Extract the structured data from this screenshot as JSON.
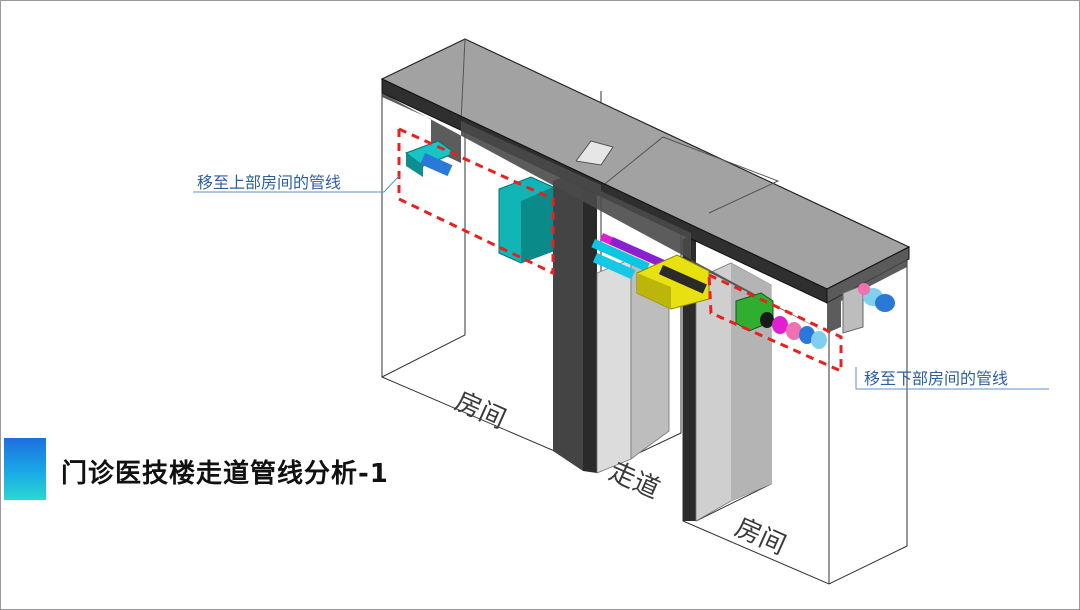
{
  "slide": {
    "title": "门诊医技楼走道管线分析-1",
    "accent_gradient": [
      "#1e6fe0",
      "#19a9e6",
      "#2bd8d0"
    ]
  },
  "callouts": {
    "upper": "移至上部房间的管线",
    "lower": "移至下部房间的管线",
    "line_color": "#5b8fc9",
    "highlight_color": "#e8211f"
  },
  "labels": {
    "room_left": "房间",
    "corridor": "走道",
    "room_right": "房间"
  },
  "palette": {
    "slab_top": "#9c9c9c",
    "slab_dark": "#3a3a3a",
    "wall": "#c8c8c8",
    "duct_cyan": "#12b5b5",
    "duct_yellow": "#e8e010",
    "duct_green": "#2fae2f",
    "pipe_magenta": "#e020d0",
    "pipe_pink": "#f070b0",
    "pipe_blue": "#2a79d8",
    "pipe_light": "#7fd0ee"
  }
}
